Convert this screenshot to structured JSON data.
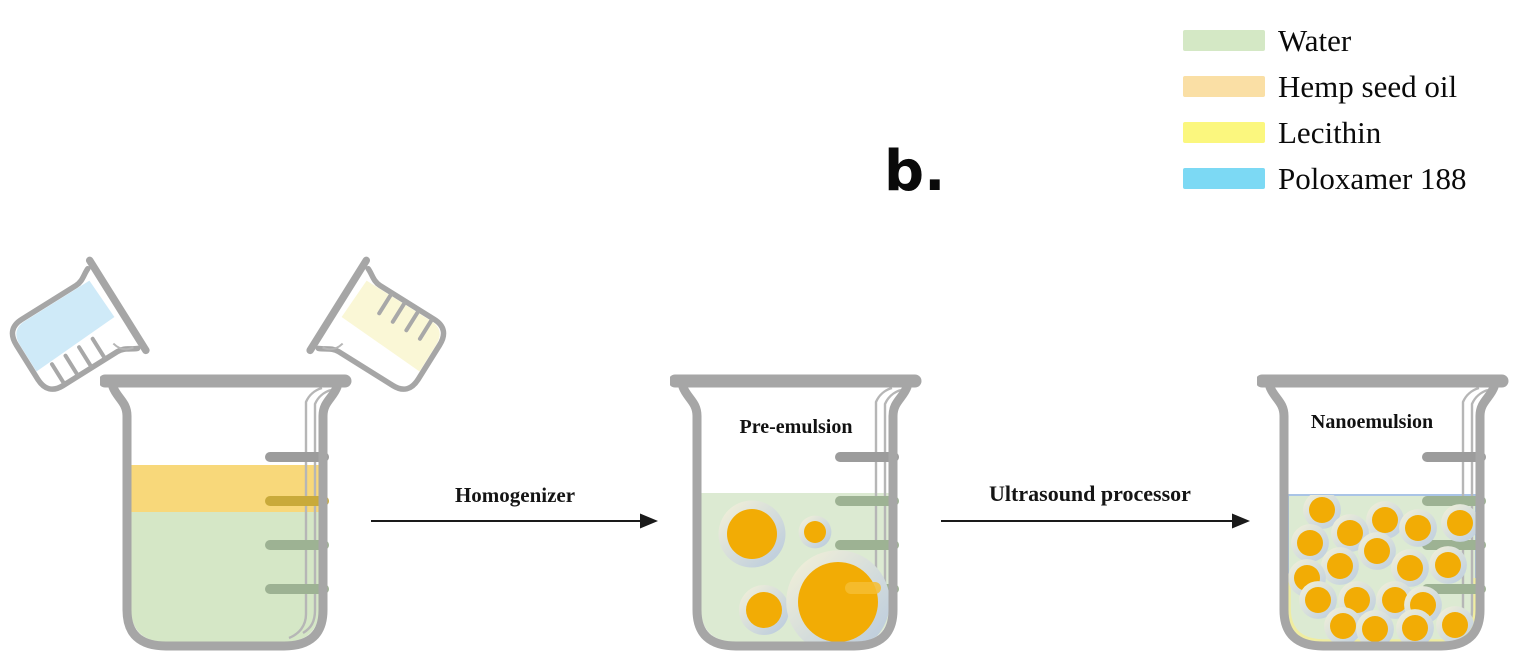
{
  "figure": {
    "panel_label": "b."
  },
  "legend": {
    "items": [
      {
        "label": "Water",
        "color": "#d4e8c5"
      },
      {
        "label": "Hemp seed oil",
        "color": "#fadfa5"
      },
      {
        "label": "Lecithin",
        "color": "#fbf77e"
      },
      {
        "label": "Poloxamer 188",
        "color": "#7cd9f4"
      }
    ]
  },
  "diagram": {
    "beakers": [
      {
        "name": "ingredients-mixture",
        "label": "",
        "droplet_count": 0
      },
      {
        "name": "pre-emulsion",
        "label": "Pre-emulsion",
        "droplet_count": 4
      },
      {
        "name": "nanoemulsion",
        "label": "Nanoemulsion",
        "droplet_count": 19
      }
    ],
    "pouring_beakers": [
      {
        "name": "poloxamer-188-beaker",
        "content": "Poloxamer 188"
      },
      {
        "name": "lecithin-beaker",
        "content": "Lecithin"
      }
    ],
    "arrows": [
      {
        "label": "Homogenizer"
      },
      {
        "label": "Ultrasound processor"
      }
    ]
  },
  "colors": {
    "outline": "#a6a6a6",
    "water_fill": "#d5e7c6",
    "emulsion_fill": "#dcead2",
    "oil_fill": "#f8d87a",
    "droplet": "#f2ac05",
    "poloxamer_fill": "#cfeaf8",
    "lecithin_fill": "#faf7d6",
    "surface_line": "#a9c4e6",
    "lecithin_line": "#f0eda0",
    "tick_gray": "#9c9c9c",
    "tick_olive": "#c9aa3a",
    "tick_green": "#9db293",
    "arrow": "#1a1a1a"
  }
}
